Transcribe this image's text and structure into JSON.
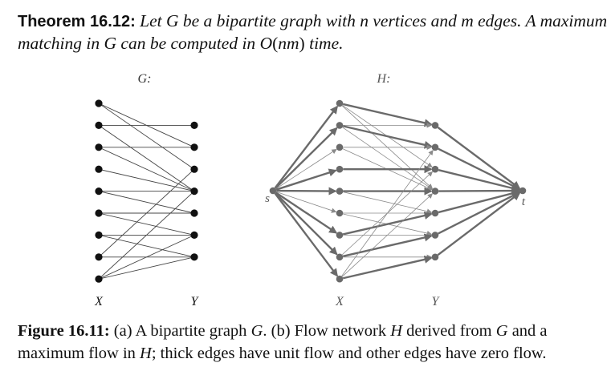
{
  "theorem": {
    "label": "Theorem 16.12:",
    "text_1": "Let",
    "G": "G",
    "text_2": "be a bipartite graph with",
    "n": "n",
    "text_3": "vertices and",
    "m": "m",
    "text_4": "edges. A maximum matching in",
    "text_5": "can be computed in",
    "bigO": "O",
    "open_paren": "(",
    "nm": "nm",
    "close_paren": ")",
    "text_6": "time."
  },
  "figure": {
    "graph_g": {
      "title": "G:",
      "left_label": "X",
      "right_label": "Y",
      "left_count": 9,
      "right_count": 7,
      "edges": [
        [
          0,
          1
        ],
        [
          0,
          2
        ],
        [
          1,
          0
        ],
        [
          1,
          3
        ],
        [
          2,
          1
        ],
        [
          2,
          3
        ],
        [
          3,
          3
        ],
        [
          4,
          3
        ],
        [
          4,
          4
        ],
        [
          5,
          4
        ],
        [
          5,
          5
        ],
        [
          6,
          5
        ],
        [
          6,
          6
        ],
        [
          7,
          6
        ],
        [
          7,
          2
        ],
        [
          8,
          3
        ],
        [
          8,
          5
        ],
        [
          8,
          6
        ]
      ],
      "vertex_color": "#111111",
      "edge_color": "#444444"
    },
    "graph_h": {
      "title": "H:",
      "source_label": "s",
      "sink_label": "t",
      "left_label": "X",
      "right_label": "Y",
      "left_count": 9,
      "right_count": 7,
      "s_edges": [
        {
          "to": 0,
          "flow": 1
        },
        {
          "to": 1,
          "flow": 1
        },
        {
          "to": 2,
          "flow": 0
        },
        {
          "to": 3,
          "flow": 1
        },
        {
          "to": 4,
          "flow": 1
        },
        {
          "to": 5,
          "flow": 0
        },
        {
          "to": 6,
          "flow": 1
        },
        {
          "to": 7,
          "flow": 1
        },
        {
          "to": 8,
          "flow": 1
        }
      ],
      "xy_edges": [
        {
          "x": 0,
          "y": 0,
          "flow": 1
        },
        {
          "x": 0,
          "y": 2,
          "flow": 0
        },
        {
          "x": 0,
          "y": 3,
          "flow": 0
        },
        {
          "x": 1,
          "y": 0,
          "flow": 0
        },
        {
          "x": 1,
          "y": 1,
          "flow": 1
        },
        {
          "x": 1,
          "y": 3,
          "flow": 0
        },
        {
          "x": 2,
          "y": 1,
          "flow": 0
        },
        {
          "x": 2,
          "y": 3,
          "flow": 0
        },
        {
          "x": 3,
          "y": 2,
          "flow": 1
        },
        {
          "x": 4,
          "y": 3,
          "flow": 1
        },
        {
          "x": 4,
          "y": 4,
          "flow": 0
        },
        {
          "x": 5,
          "y": 4,
          "flow": 0
        },
        {
          "x": 5,
          "y": 5,
          "flow": 0
        },
        {
          "x": 6,
          "y": 4,
          "flow": 1
        },
        {
          "x": 6,
          "y": 5,
          "flow": 0
        },
        {
          "x": 7,
          "y": 5,
          "flow": 1
        },
        {
          "x": 7,
          "y": 6,
          "flow": 0
        },
        {
          "x": 7,
          "y": 2,
          "flow": 0
        },
        {
          "x": 8,
          "y": 6,
          "flow": 1
        },
        {
          "x": 8,
          "y": 3,
          "flow": 0
        },
        {
          "x": 8,
          "y": 1,
          "flow": 0
        }
      ],
      "t_edges": [
        {
          "from": 0,
          "flow": 1
        },
        {
          "from": 1,
          "flow": 1
        },
        {
          "from": 2,
          "flow": 1
        },
        {
          "from": 3,
          "flow": 1
        },
        {
          "from": 4,
          "flow": 1
        },
        {
          "from": 5,
          "flow": 1
        },
        {
          "from": 6,
          "flow": 1
        }
      ],
      "vertex_color": "#6a6a6a",
      "edge_color": "#6a6a6a"
    }
  },
  "caption": {
    "label": "Figure 16.11:",
    "part_a": "(a) A bipartite graph",
    "G1": "G",
    "part_b": ". (b) Flow network",
    "H1": "H",
    "part_c": "derived from",
    "G2": "G",
    "part_d": "and a maximum flow in",
    "H2": "H",
    "part_e": "; thick edges have unit flow and other edges have zero flow."
  }
}
